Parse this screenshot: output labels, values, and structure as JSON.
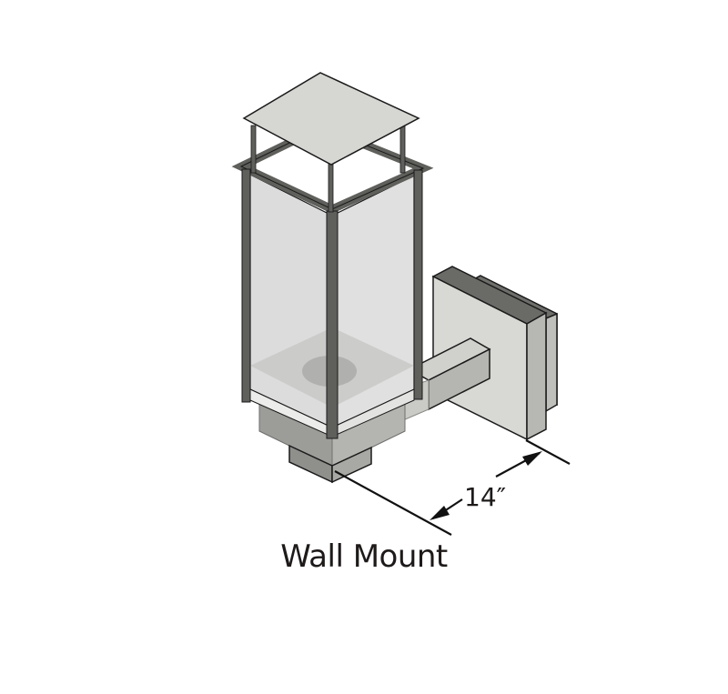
{
  "diagram": {
    "subject": "Wall mount lantern light fixture, isometric view",
    "caption": "Wall Mount",
    "dimension": {
      "value": "14″",
      "meaning": "projection depth from wall plate to front of lantern"
    },
    "colors": {
      "frame": "#5f5f5c",
      "cap": "#d6d6d2",
      "glass": "#dcdcdc",
      "plate_face": "#d8d8d4",
      "plate_edge": "#6e6e6b",
      "arm": "#cfcfcb",
      "outline": "#1a1a1a",
      "text": "#1e1a1a"
    },
    "parts": [
      "top-cap",
      "cap-posts",
      "lantern-frame",
      "glass-panels",
      "lantern-base",
      "support-arm",
      "wall-plate",
      "backplate"
    ]
  }
}
